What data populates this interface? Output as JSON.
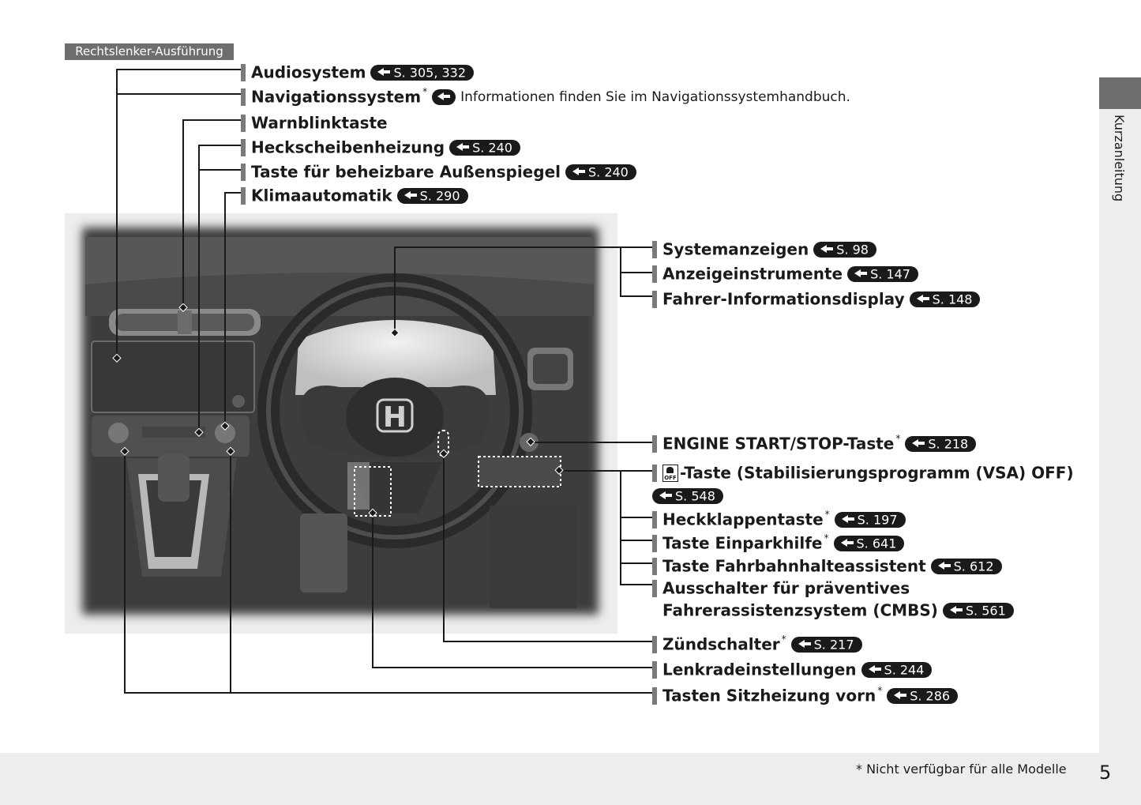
{
  "variant_tag": "Rechtslenker-Ausführung",
  "side_tab": "Kurzanleitung",
  "footnote": "* Nicht verfügbar für alle Modelle",
  "page_number": "5",
  "labels": [
    {
      "key": "audio",
      "text": "Audiosystem",
      "sup": "",
      "ref": "S. 305, 332"
    },
    {
      "key": "nav",
      "text": "Navigationssystem",
      "sup": "*",
      "ref": "",
      "note": "Informationen finden Sie im Navigationssystemhandbuch."
    },
    {
      "key": "hazard",
      "text": "Warnblinktaste",
      "sup": "",
      "ref": null
    },
    {
      "key": "rear_defrost",
      "text": "Heckscheibenheizung",
      "sup": "",
      "ref": "S. 240"
    },
    {
      "key": "mirror_heat",
      "text": "Taste für beheizbare Außenspiegel",
      "sup": "",
      "ref": "S. 240"
    },
    {
      "key": "climate",
      "text": "Klimaautomatik",
      "sup": "",
      "ref": "S. 290"
    },
    {
      "key": "sys_ind",
      "text": "Systemanzeigen",
      "sup": "",
      "ref": "S. 98"
    },
    {
      "key": "gauges",
      "text": "Anzeigeinstrumente",
      "sup": "",
      "ref": "S. 147"
    },
    {
      "key": "driver_info",
      "text": "Fahrer-Informationsdisplay",
      "sup": "",
      "ref": "S. 148"
    },
    {
      "key": "engine_start",
      "text": "ENGINE START/STOP-Taste",
      "sup": "*",
      "ref": "S. 218"
    },
    {
      "key": "vsa",
      "text": "-Taste (Stabilisierungsprogramm (VSA) OFF)",
      "sup": "",
      "ref": null,
      "icon": "vsa-off-icon"
    },
    {
      "key": "vsa_ref",
      "text": "",
      "sup": "",
      "ref": "S. 548"
    },
    {
      "key": "tailgate",
      "text": "Heckklappentaste",
      "sup": "*",
      "ref": "S. 197"
    },
    {
      "key": "parking",
      "text": "Taste Einparkhilfe",
      "sup": "*",
      "ref": "S. 641"
    },
    {
      "key": "lane",
      "text": "Taste Fahrbahnhalteassistent",
      "sup": "",
      "ref": "S. 612"
    },
    {
      "key": "cmbs1",
      "text": "Ausschalter für präventives",
      "sup": "",
      "ref": null
    },
    {
      "key": "cmbs2",
      "text": "Fahrerassistenzsystem (CMBS)",
      "sup": "",
      "ref": "S. 561",
      "nobar": true
    },
    {
      "key": "ignition",
      "text": "Zündschalter",
      "sup": "*",
      "ref": "S. 217"
    },
    {
      "key": "steering_adj",
      "text": "Lenkradeinstellungen",
      "sup": "",
      "ref": "S. 244"
    },
    {
      "key": "seat_heat",
      "text": "Tasten Sitzheizung vorn",
      "sup": "*",
      "ref": "S. 286"
    }
  ],
  "colors": {
    "tag_bg": "#6e6e6e",
    "ref_bg": "#1a1a1a",
    "footer_bg": "#ededed",
    "leader": "#1a1a1a"
  }
}
